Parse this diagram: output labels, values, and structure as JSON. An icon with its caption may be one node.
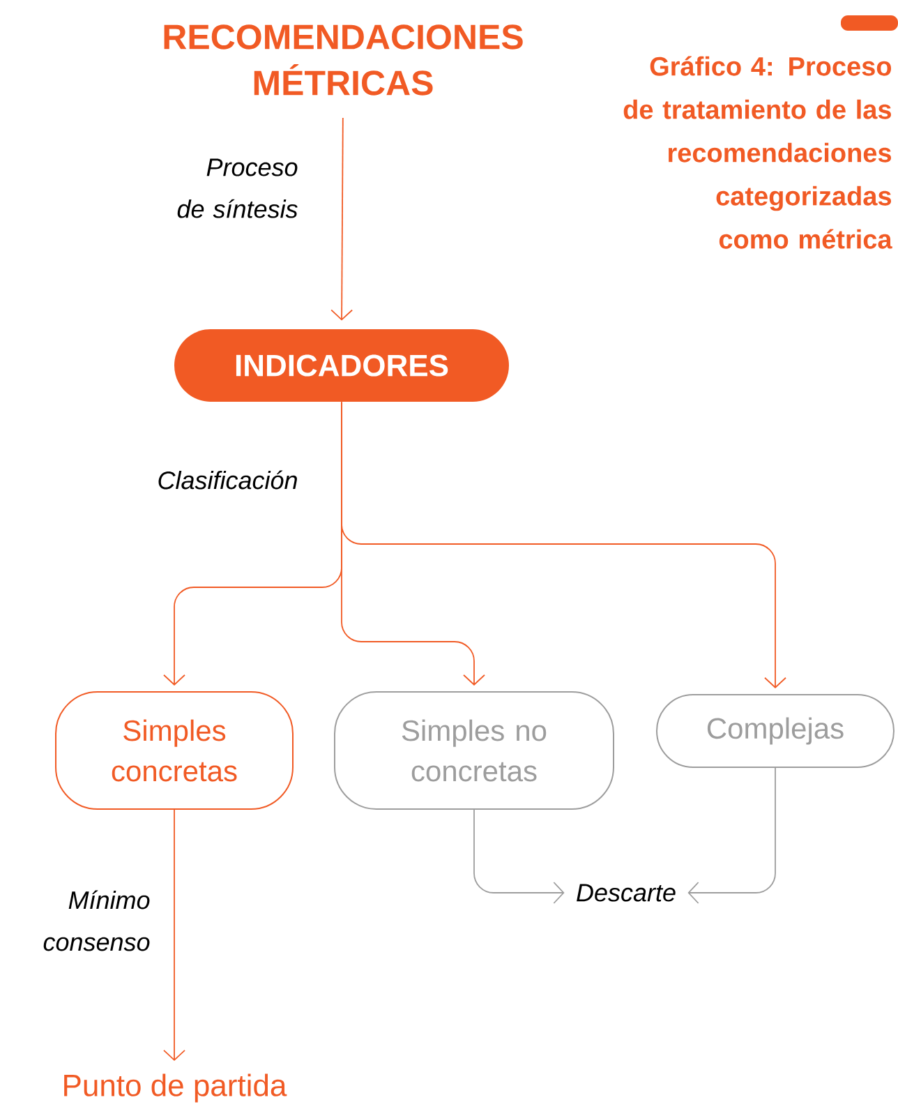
{
  "diagram": {
    "title": "Gráfico 4: Proceso de tratamiento de las recomendaciones categorizadas como métrica",
    "nodes": [
      {
        "text": [
          "RECOMENDACIONES MÉTRICAS"
        ]
      },
      {
        "text": [
          "INDICADORES"
        ]
      },
      {
        "text": [
          "Simples concretas"
        ]
      },
      {
        "text": [
          "Simples no concretas"
        ]
      },
      {
        "text": [
          "Complejas"
        ]
      },
      {
        "text": [
          "Descarte"
        ]
      },
      {
        "text": [
          "Punto de partida"
        ]
      }
    ],
    "edges": [
      {
        "from": 0,
        "to": 1,
        "arrow": "to",
        "label": "Proceso de síntesis"
      },
      {
        "from": 1,
        "to": 2,
        "arrow": "to",
        "label": "Clasificación"
      },
      {
        "from": 1,
        "to": 3,
        "arrow": "to"
      },
      {
        "from": 1,
        "to": 4,
        "arrow": "to"
      },
      {
        "from": 2,
        "to": 6,
        "arrow": "to",
        "label": "Mínimo consenso"
      },
      {
        "from": 3,
        "to": 5,
        "arrow": "to",
        "color": "#9d9d9d"
      },
      {
        "from": 4,
        "to": 5,
        "arrow": "to",
        "color": "#9d9d9d"
      }
    ]
  }
}
